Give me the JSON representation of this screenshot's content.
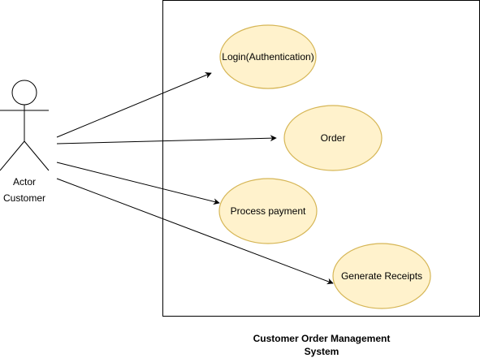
{
  "diagram": {
    "type": "use-case",
    "system": {
      "title_line1": "Customer Order Management",
      "title_line2": "System"
    },
    "actor": {
      "label": "Actor",
      "name": "Customer"
    },
    "use_cases": [
      {
        "id": "login",
        "label": "Login(Authentication)"
      },
      {
        "id": "order",
        "label": "Order"
      },
      {
        "id": "payment",
        "label": "Process payment"
      },
      {
        "id": "receipts",
        "label": "Generate Receipts"
      }
    ],
    "associations": [
      {
        "from": "actor",
        "to": "login"
      },
      {
        "from": "actor",
        "to": "order"
      },
      {
        "from": "actor",
        "to": "payment"
      },
      {
        "from": "actor",
        "to": "receipts"
      }
    ],
    "colors": {
      "use_case_fill": "#FFF2CC",
      "use_case_stroke": "#D6B656",
      "line": "#000000",
      "background": "#FFFFFF"
    }
  }
}
